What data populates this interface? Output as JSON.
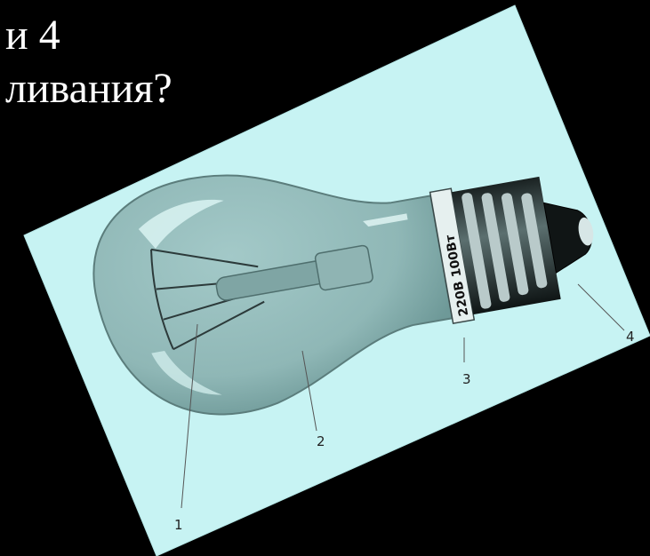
{
  "slide": {
    "line1": "и 4",
    "line2": "ливания?"
  },
  "bulb": {
    "marking": "220В 100Вт",
    "callouts": [
      "1",
      "2",
      "3",
      "4"
    ]
  },
  "colors": {
    "background": "#000000",
    "text": "#ffffff",
    "photo_card": "#c7f3f3"
  }
}
